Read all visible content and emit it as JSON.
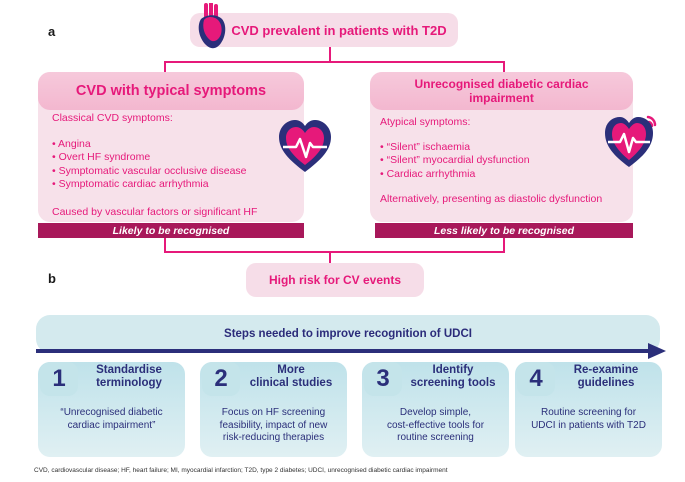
{
  "panel_a_label": "a",
  "panel_b_label": "b",
  "top_box": {
    "title": "CVD prevalent in patients with T2D"
  },
  "left_card": {
    "title": "CVD with typical symptoms",
    "subtitle": "Classical CVD symptoms:",
    "symptoms": [
      "Angina",
      "Overt HF syndrome",
      "Symptomatic vascular occlusive disease",
      "Symptomatic cardiac arrhythmia"
    ],
    "note": "Caused by vascular factors or significant HF",
    "banner": "Likely to be recognised"
  },
  "right_card": {
    "title_line1": "Unrecognised diabetic cardiac",
    "title_line2": "impairment",
    "subtitle": "Atypical symptoms:",
    "symptoms": [
      "“Silent” ischaemia",
      "“Silent” myocardial dysfunction",
      "Cardiac arrhythmia"
    ],
    "note": "Alternatively, presenting as diastolic dysfunction",
    "banner": "Less likely to be recognised"
  },
  "risk_box": {
    "title": "High risk for CV events"
  },
  "steps_bar": {
    "title": "Steps needed to improve recognition of UDCI"
  },
  "steps": [
    {
      "number": "1",
      "title_line1": "Standardise",
      "title_line2": "terminology",
      "desc_line1": "“Unrecognised diabetic",
      "desc_line2": "cardiac impairment”",
      "desc_line3": ""
    },
    {
      "number": "2",
      "title_line1": "More",
      "title_line2": "clinical studies",
      "desc_line1": "Focus on HF screening",
      "desc_line2": "feasibility, impact of new",
      "desc_line3": "risk-reducing therapies"
    },
    {
      "number": "3",
      "title_line1": "Identify",
      "title_line2": "screening tools",
      "desc_line1": "Develop simple,",
      "desc_line2": "cost-effective tools for",
      "desc_line3": "routine screening"
    },
    {
      "number": "4",
      "title_line1": "Re-examine",
      "title_line2": "guidelines",
      "desc_line1": "Routine screening for",
      "desc_line2": "UDCI in patients with T2D",
      "desc_line3": ""
    }
  ],
  "footnote": "CVD, cardiovascular disease; HF, heart failure; MI, myocardial infarction; T2D, type 2 diabetes; UDCI, unrecognised diabetic cardiac impairment",
  "colors": {
    "accent_pink": "#e6197a",
    "banner_maroon": "#a8185a",
    "navy": "#2b2f7a",
    "teal_light": "#d4eaee"
  },
  "icons": [
    "anatomical-heart-icon",
    "heart-pulse-icon",
    "heart-pulse-signal-icon",
    "arrow-right-icon"
  ]
}
